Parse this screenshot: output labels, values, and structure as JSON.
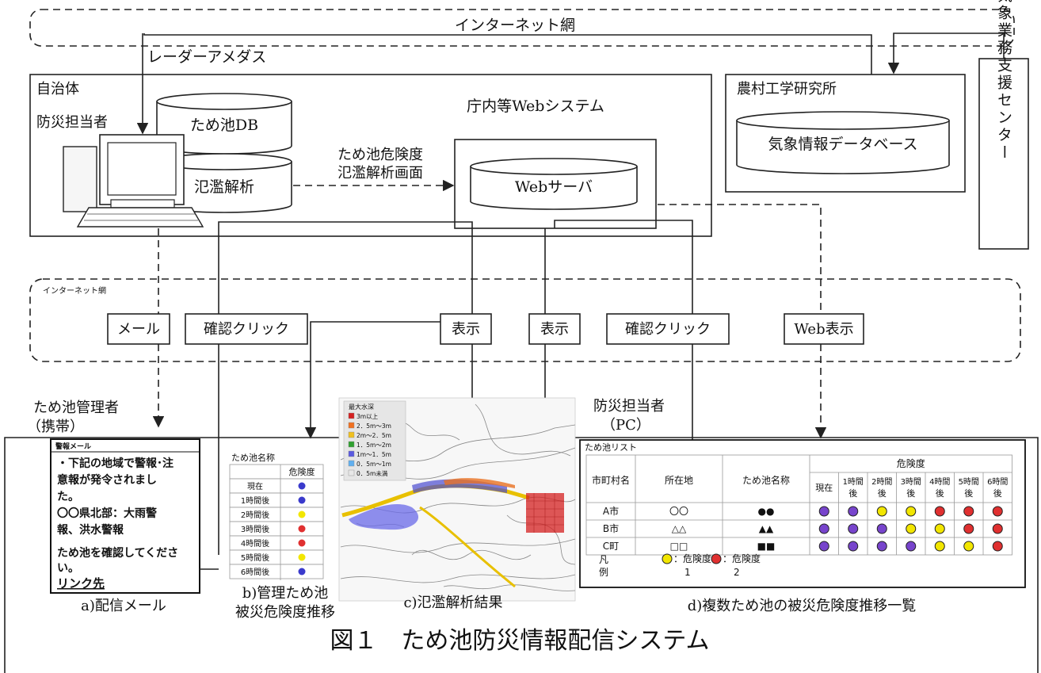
{
  "internet_top": "インターネット網",
  "radar_amedas": "レーダーアメダス",
  "municipality": "自治体",
  "disaster_officer": "防災担当者",
  "db_pond": "ため池DB",
  "db_flood": "氾濫解析",
  "intranet_web": "庁内等Webシステム",
  "flow_label_1": "ため池危険度",
  "flow_label_2": "氾濫解析画面",
  "web_server": "Webサーバ",
  "niire": "農村工学研究所",
  "weather_db": "気象情報データベース",
  "weather_center": "気象業務支援センター",
  "internet_mid": "インターネット網",
  "labels": {
    "mail": "メール",
    "confirm_click_1": "確認クリック",
    "display_1": "表示",
    "display_2": "表示",
    "confirm_click_2": "確認クリック",
    "web_display": "Web表示"
  },
  "pond_manager": "ため池管理者",
  "pond_manager_sub": "（携帯）",
  "officer_pc": "防災担当者",
  "officer_pc_sub": "（PC）",
  "mail_panel": {
    "header": "警報メール",
    "line1": "・下記の地域で警報･注",
    "line2": "意報が発令されまし",
    "line3": "た。",
    "line4": "〇〇県北部：大雨警",
    "line5": "報、洪水警報",
    "line6": "ため池を確認してくださ",
    "line7": "い。",
    "link": "リンク先"
  },
  "risk_table": {
    "title": "ため池名称",
    "col": "危険度",
    "rows": [
      {
        "label": "現在",
        "color": "#3a3acc"
      },
      {
        "label": "1時間後",
        "color": "#3a3acc"
      },
      {
        "label": "2時間後",
        "color": "#f2e600"
      },
      {
        "label": "3時間後",
        "color": "#e03030"
      },
      {
        "label": "4時間後",
        "color": "#e03030"
      },
      {
        "label": "5時間後",
        "color": "#f2e600"
      },
      {
        "label": "6時間後",
        "color": "#3a3acc"
      }
    ]
  },
  "map_legend": {
    "title": "最大水深",
    "items": [
      {
        "label": "3m以上",
        "color": "#d42020"
      },
      {
        "label": "2．5m～3m",
        "color": "#f07020"
      },
      {
        "label": "2m～2．5m",
        "color": "#f0c020"
      },
      {
        "label": "1．5m～2m",
        "color": "#30a030"
      },
      {
        "label": "1m～1．5m",
        "color": "#5a5ae0"
      },
      {
        "label": "0．5m～1m",
        "color": "#60b0f0"
      },
      {
        "label": "0．5m未満",
        "color": "#e8e8e8"
      }
    ]
  },
  "pond_list": {
    "title": "ため池リスト",
    "h_city": "市町村名",
    "h_loc": "所在地",
    "h_name": "ため池名称",
    "h_risk": "危険度",
    "h_times": [
      {
        "a": "現在",
        "b": ""
      },
      {
        "a": "1時間",
        "b": "後"
      },
      {
        "a": "2時間",
        "b": "後"
      },
      {
        "a": "3時間",
        "b": "後"
      },
      {
        "a": "4時間",
        "b": "後"
      },
      {
        "a": "5時間",
        "b": "後"
      },
      {
        "a": "6時間",
        "b": "後"
      }
    ],
    "rows": [
      {
        "city": "A市",
        "loc": "〇〇",
        "name": "●●",
        "colors": [
          "#7744cc",
          "#7744cc",
          "#f2e600",
          "#f2e600",
          "#e03030",
          "#e03030",
          "#e03030"
        ]
      },
      {
        "city": "B市",
        "loc": "△△",
        "name": "▲▲",
        "colors": [
          "#7744cc",
          "#7744cc",
          "#7744cc",
          "#f2e600",
          "#f2e600",
          "#e03030",
          "#e03030"
        ]
      },
      {
        "city": "C町",
        "loc": "□□",
        "name": "■■",
        "colors": [
          "#7744cc",
          "#7744cc",
          "#7744cc",
          "#7744cc",
          "#f2e600",
          "#f2e600",
          "#e03030"
        ]
      }
    ],
    "legend_key": "凡",
    "legend_key2": "例",
    "legend1": "：危険度",
    "legend1_num": "1",
    "legend2": "：危険度",
    "legend2_num": "2",
    "legend1_color": "#f2e600",
    "legend2_color": "#e03030"
  },
  "cap_a": "a)配信メール",
  "cap_b1": "b)管理ため池",
  "cap_b2": "被災危険度推移",
  "cap_c": "c)氾濫解析結果",
  "cap_d": "d)複数ため池の被災危険度推移一覧",
  "figure_title": "図１　ため池防災情報配信システム"
}
